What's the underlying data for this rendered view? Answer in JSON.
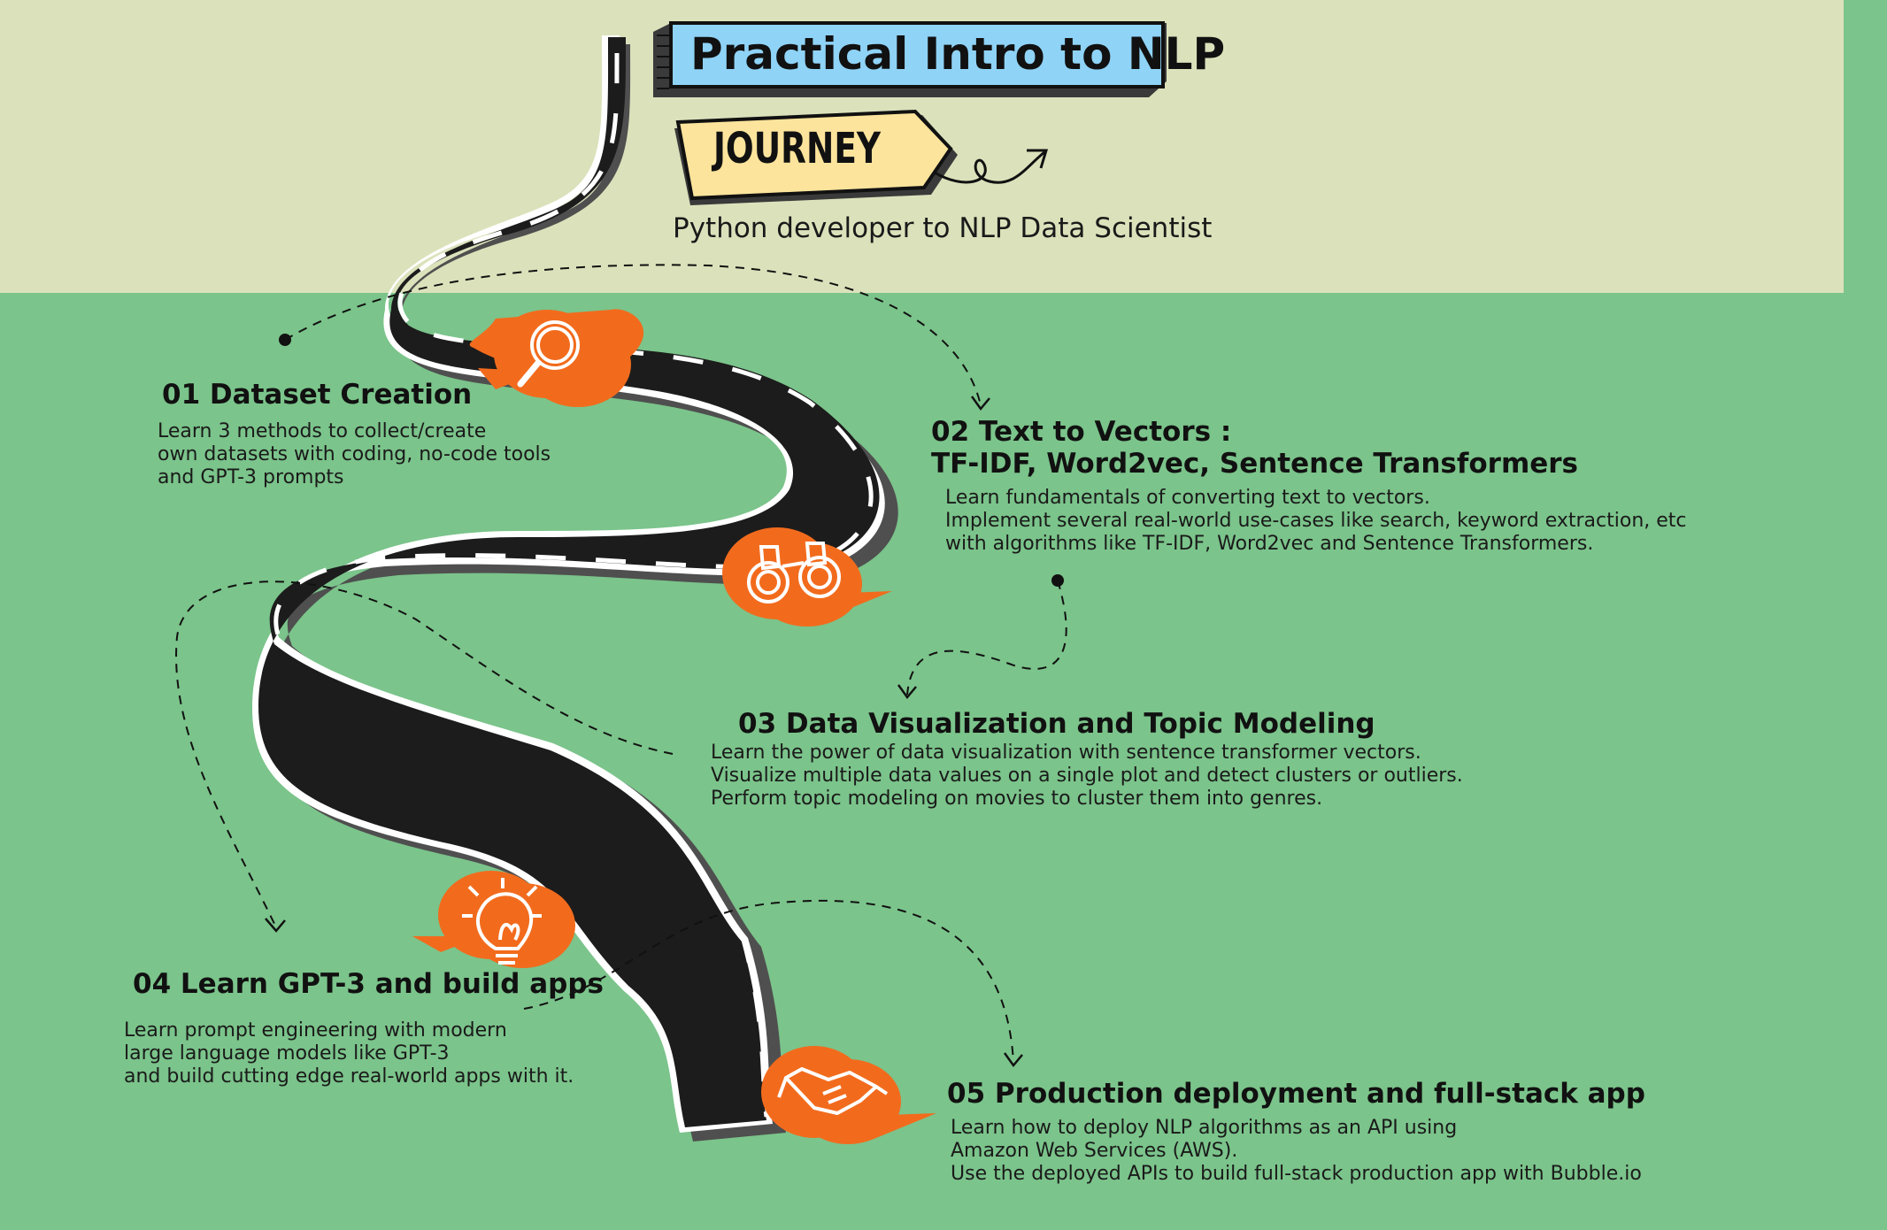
{
  "title": "Practical Intro to NLP",
  "badge": "JOURNEY",
  "subtitle": "Python developer to NLP Data Scientist",
  "steps": [
    {
      "heading": "01 Dataset Creation",
      "description": "Learn 3 methods to collect/create\nown datasets with coding, no-code tools\nand GPT-3 prompts",
      "icon": "magnifier-icon"
    },
    {
      "heading": "02 Text to Vectors :\nTF-IDF, Word2vec, Sentence Transformers",
      "description": "Learn fundamentals of converting text to vectors.\nImplement several real-world use-cases like search, keyword extraction, etc\nwith algorithms like TF-IDF, Word2vec and Sentence Transformers.",
      "icon": "binoculars-icon"
    },
    {
      "heading": "03 Data Visualization and Topic Modeling",
      "description": "Learn the power of data visualization with sentence transformer vectors.\nVisualize multiple data values on a single plot and detect clusters or outliers.\nPerform topic modeling on movies to cluster them into genres.",
      "icon": ""
    },
    {
      "heading": "04 Learn GPT-3 and build apps",
      "description": "Learn prompt engineering with modern\nlarge language models like GPT-3\nand build cutting edge real-world apps with it.",
      "icon": "lightbulb-icon"
    },
    {
      "heading": "05 Production deployment and full-stack app",
      "description": "Learn how to deploy NLP algorithms as an API using\nAmazon Web Services (AWS).\nUse the deployed APIs to build full-stack production app with Bubble.io",
      "icon": "handshake-icon"
    }
  ],
  "colors": {
    "background_green": "#7bc48b",
    "top_band": "#dbe2bb",
    "title_box": "#8fd3f6",
    "badge": "#fde49c",
    "road": "#1c1c1c",
    "road_shadow": "#4f4f4f",
    "marker_orange": "#f26b1d"
  }
}
